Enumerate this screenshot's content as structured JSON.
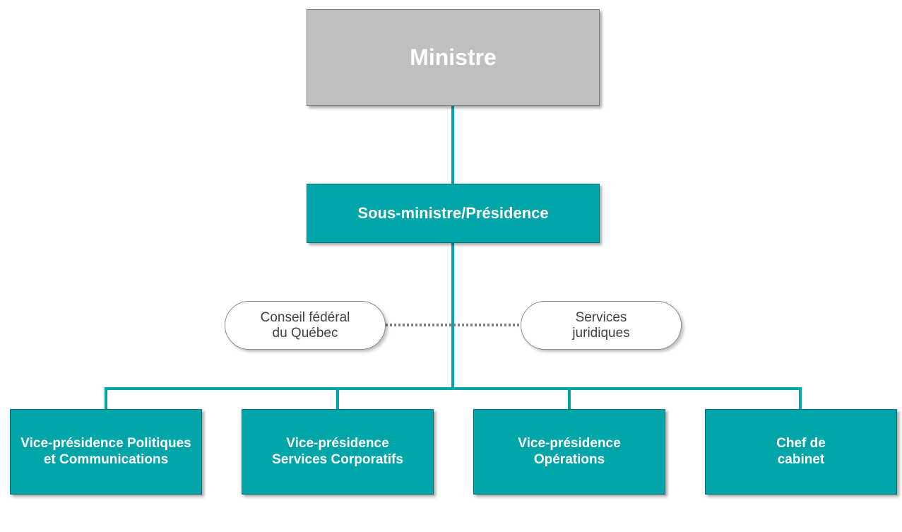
{
  "colors": {
    "teal": "#00a5aa",
    "gray": "#bfbfbf",
    "dotted_line": "#808080"
  },
  "nodes": {
    "ministre": "Ministre",
    "sous_ministre": "Sous-ministre/Présidence",
    "conseil": "Conseil fédéral\ndu Québec",
    "services_juridiques": "Services\njuridiques",
    "vp_politiques": "Vice-présidence Politiques\net Communications",
    "vp_services": "Vice-présidence\nServices Corporatifs",
    "vp_operations": "Vice-présidence\nOpérations",
    "chef_cabinet": "Chef de\ncabinet"
  }
}
